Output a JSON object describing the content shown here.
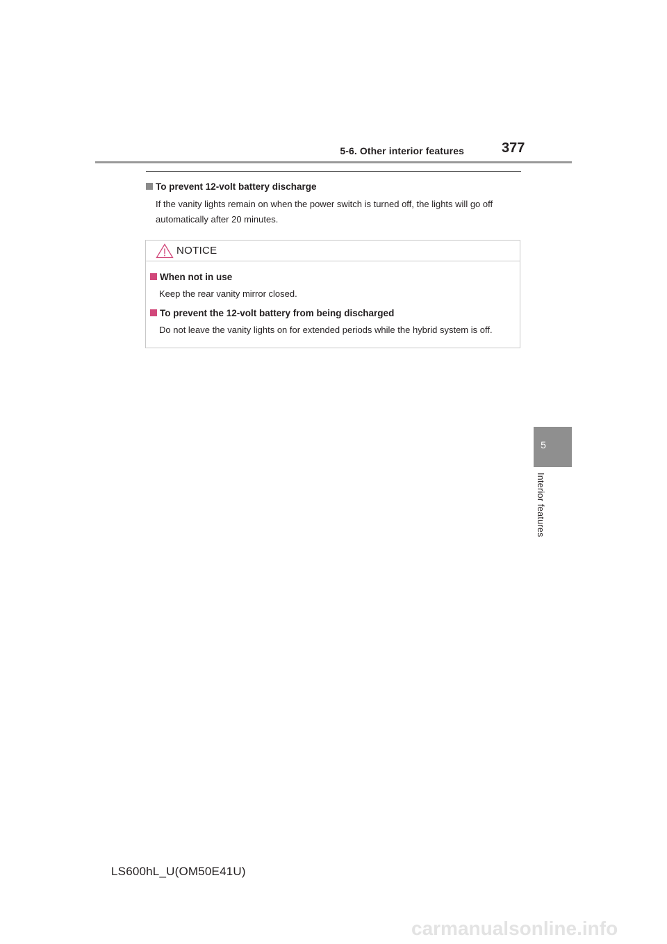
{
  "header": {
    "section": "5-6. Other interior features",
    "page_number": "377"
  },
  "section": {
    "title": "To prevent 12-volt battery discharge",
    "body": "If the vanity lights remain on when the power switch is turned off, the lights will go off automatically after 20 minutes."
  },
  "notice": {
    "label": "NOTICE",
    "items": [
      {
        "title": "When not in use",
        "body": "Keep the rear vanity mirror closed."
      },
      {
        "title": "To prevent the 12-volt battery from being discharged",
        "body": "Do not leave the vanity lights on for extended periods while the hybrid system is off."
      }
    ]
  },
  "side_tab": {
    "number": "5",
    "label": "Interior features"
  },
  "footer": {
    "code": "LS600hL_U(OM50E41U)"
  },
  "watermark": "carmanualsonline.info",
  "colors": {
    "notice_accent": "#d1477a",
    "section_marker": "#8a8a8a",
    "side_tab": "#8f8f8f"
  }
}
